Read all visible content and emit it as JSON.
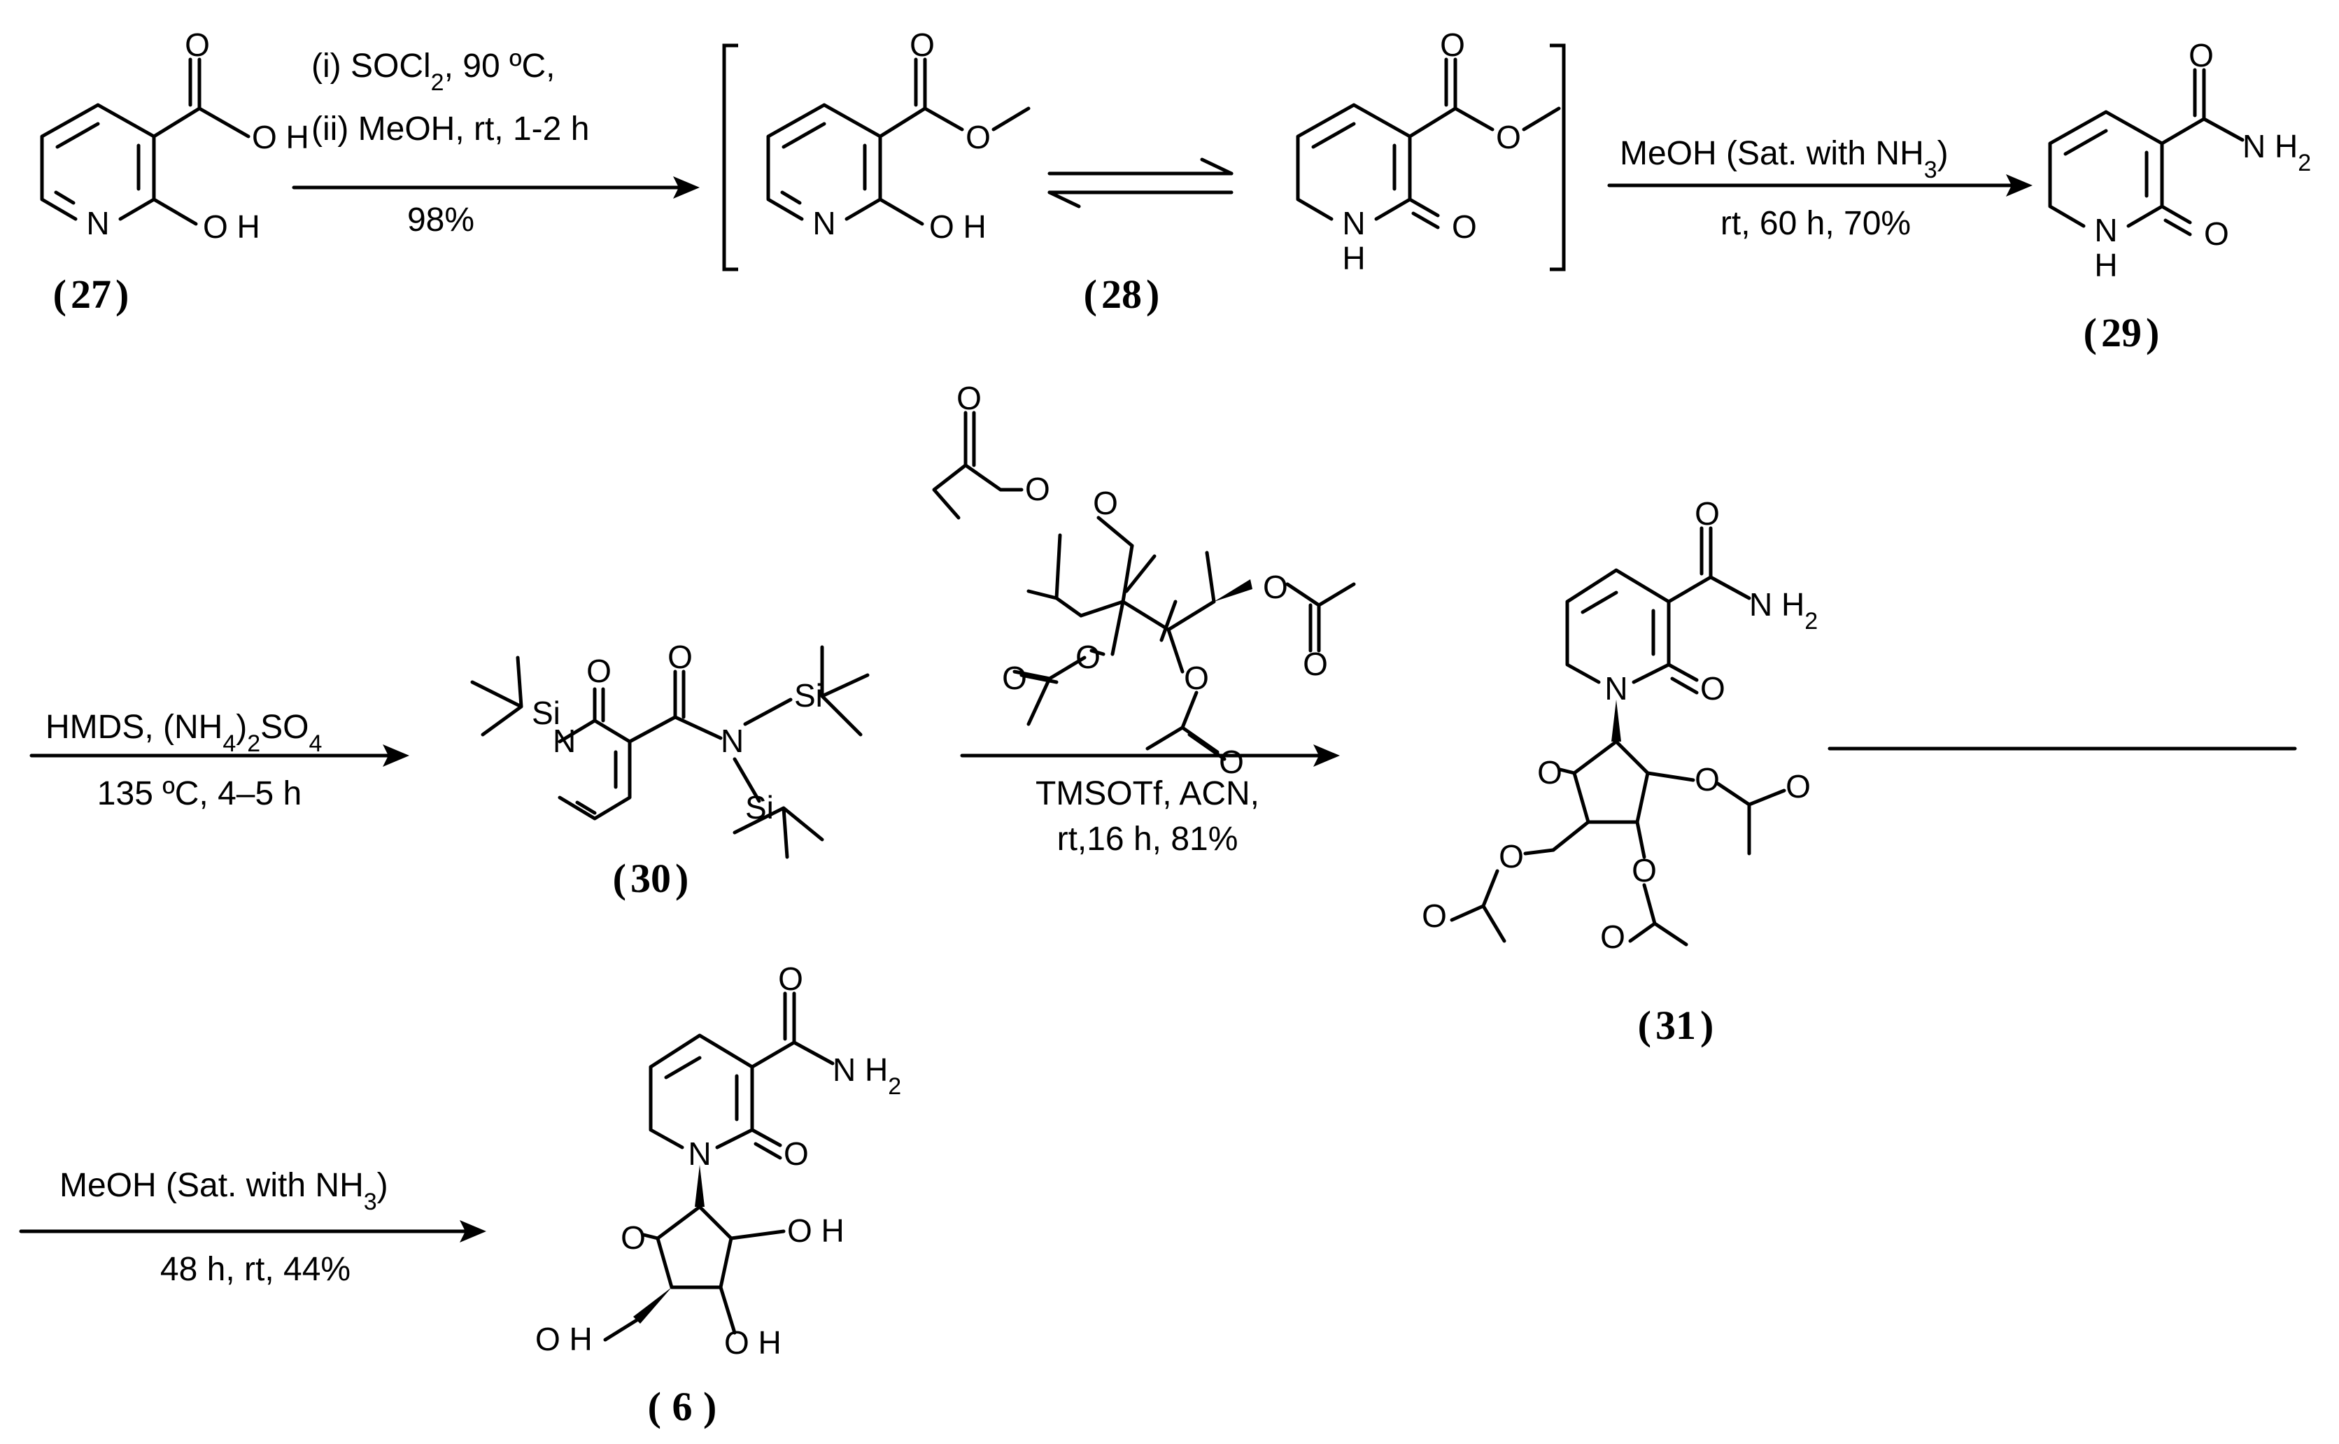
{
  "compounds": {
    "c27": "27",
    "c28": "28",
    "c29": "29",
    "c30": "30",
    "c31": "31",
    "c6": "6"
  },
  "steps": {
    "s1": {
      "line1": "(i) SOCl",
      "sub1": "2",
      "line1b": ", 90 ºC,",
      "line2": "(ii) MeOH,  rt, 1-2 h",
      "line3": "98%"
    },
    "s2": {
      "line1": "MeOH (Sat. with NH",
      "sub1": "3",
      "line1b": ")",
      "line2": "rt, 60 h, 70%"
    },
    "s3": {
      "line1": "HMDS, (NH",
      "sub1": "4",
      "line1b": ")",
      "sub2": "2",
      "line1c": "SO",
      "sub3": "4",
      "line2": "135 ºC, 4–5 h"
    },
    "s4": {
      "line1": "TMSOTf, ACN,",
      "line2": "rt,16 h, 81%"
    },
    "s5": {
      "line1": "MeOH (Sat. with NH",
      "sub1": "3",
      "line1b": ")",
      "line2": "48 h, rt, 44%"
    }
  },
  "atoms": {
    "O": "O",
    "N": "N",
    "H": "H",
    "OH": "O H",
    "NH": "N H",
    "NH2": "N H",
    "sub2": "2",
    "Si": "Si"
  }
}
